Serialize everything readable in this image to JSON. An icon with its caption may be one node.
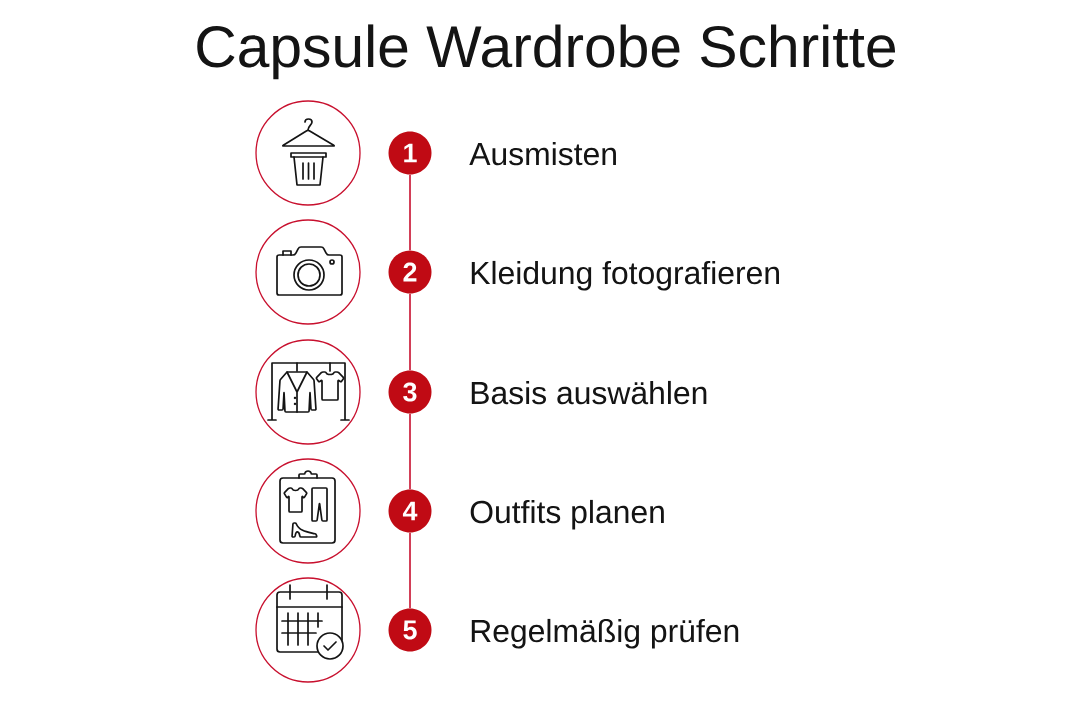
{
  "diagram": {
    "title": "Capsule Wardrobe Schritte",
    "nodes": [
      {
        "text": [],
        "shape": "circle"
      },
      {
        "text": [
          "1"
        ],
        "beside": [
          "Ausmisten"
        ]
      },
      {
        "text": [],
        "shape": "circle"
      },
      {
        "text": [
          "2"
        ],
        "beside": [
          "Kleidung fotografieren"
        ]
      },
      {
        "text": [],
        "shape": "circle"
      },
      {
        "text": [
          "3"
        ],
        "beside": [
          "Basis auswählen"
        ]
      },
      {
        "text": [],
        "shape": "circle"
      },
      {
        "text": [
          "4"
        ],
        "beside": [
          "Outfits planen"
        ]
      },
      {
        "text": [],
        "shape": "circle"
      },
      {
        "text": [
          "5"
        ],
        "beside": [
          "Regelmäßig prüfen"
        ]
      }
    ],
    "edges": [
      {
        "from": 1,
        "to": 3,
        "arrow": "none"
      },
      {
        "from": 3,
        "to": 5,
        "arrow": "none"
      },
      {
        "from": 5,
        "to": 7,
        "arrow": "none"
      },
      {
        "from": 7,
        "to": 9,
        "arrow": "none"
      }
    ]
  }
}
